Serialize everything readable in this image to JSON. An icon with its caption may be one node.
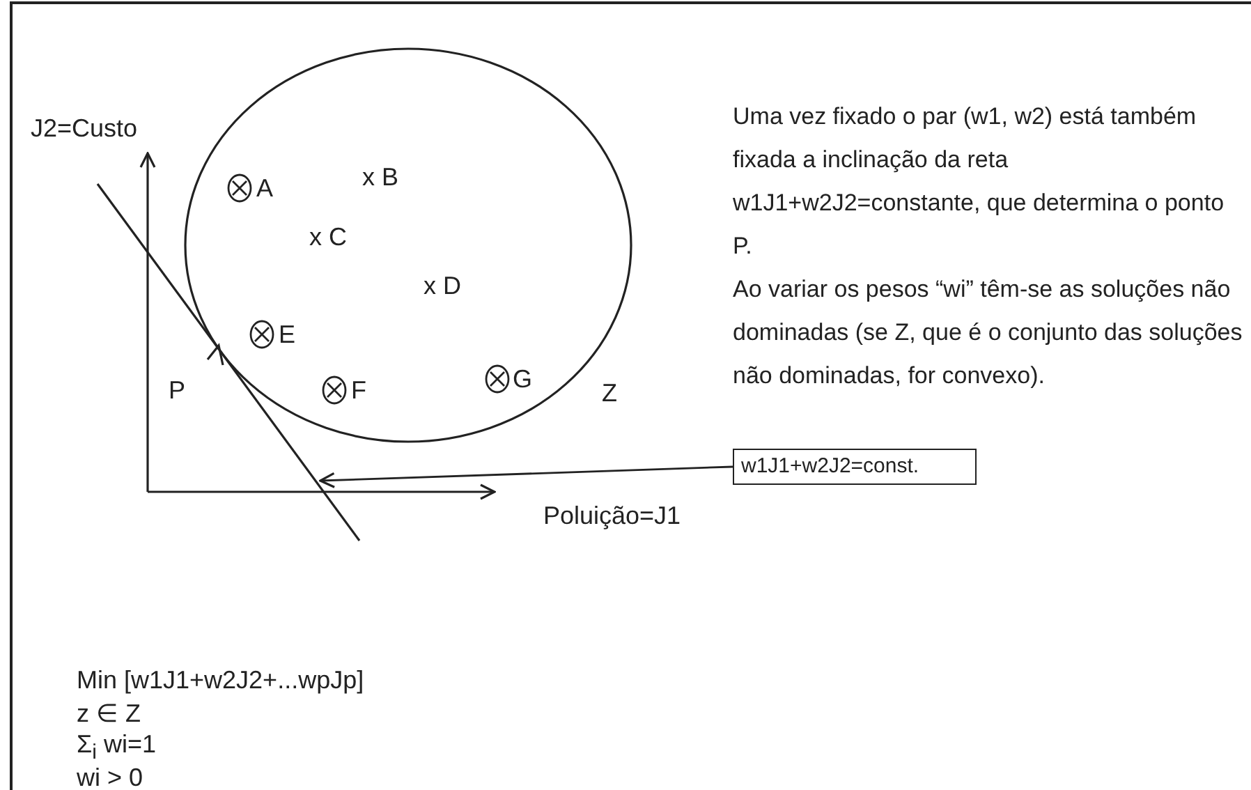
{
  "diagram": {
    "nodes": [
      {
        "text": [
          "w1J1+w2J2=const."
        ]
      },
      {
        "text": [],
        "shape": "line"
      }
    ],
    "edges": [
      {
        "from": 0,
        "to": 1,
        "arrow": "to"
      }
    ],
    "labels": [
      "Uma vez fixado o par (w1, w2) está também fixada a inclinação da reta w1J1+w2J2=constante, que determina o ponto P.",
      "J2=Custo",
      "x B",
      "A",
      "x C",
      "x D",
      "Ao variar os pesos “wi” têm-se as soluções não dominadas (se Z, que é o conjunto das soluções não dominadas, for convexo).",
      "E",
      "P",
      "F",
      "G",
      "Z",
      "Poluição=J1",
      "Min [w1J1+w2J2+...wpJp]",
      "z ∈ Z",
      "Σ$_{i}$ wi=1",
      "wi > 0"
    ]
  }
}
